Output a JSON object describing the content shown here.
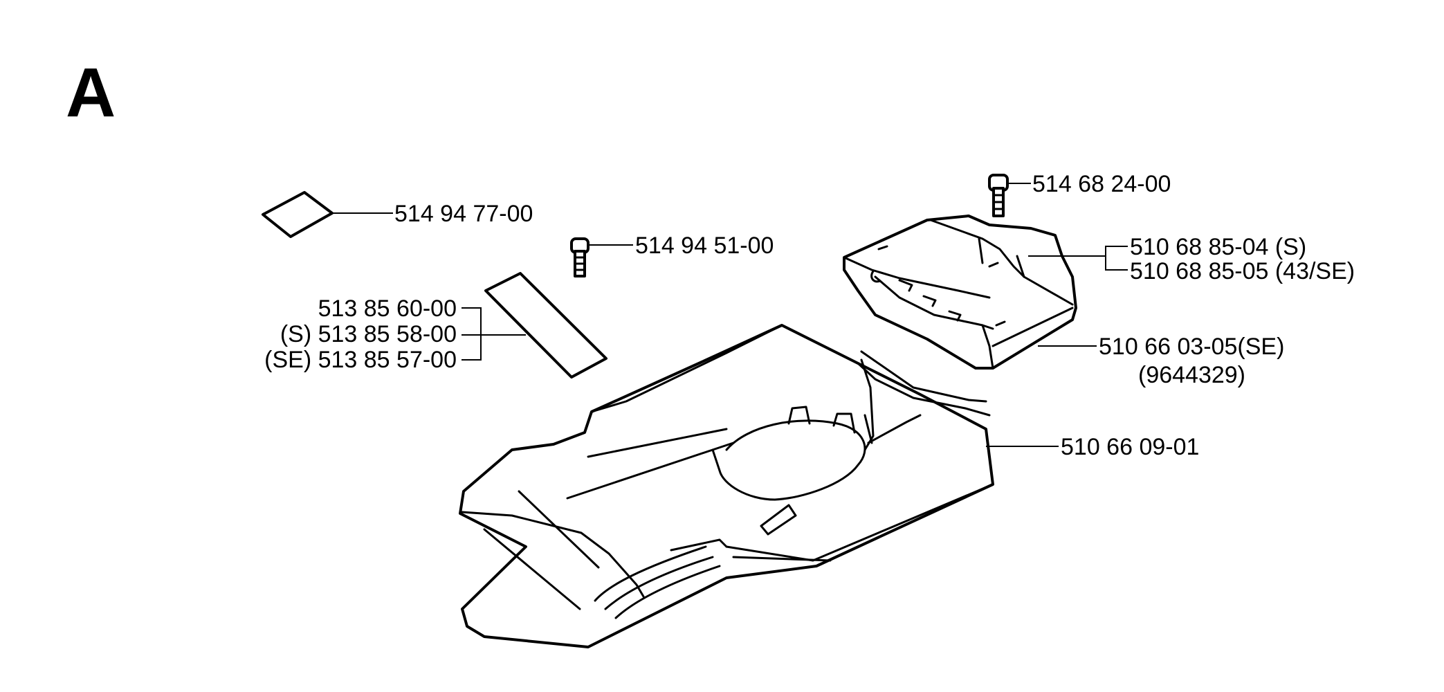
{
  "section_letter": "A",
  "parts": {
    "decal": "514 94 77-00",
    "screw_small": "514 94 51-00",
    "screw_top": "514 68 24-00",
    "plate_s": "510 68 85-04 (S)",
    "plate_43se": "510 68 85-05 (43/SE)",
    "cover_se": "510 66 03-05(SE)",
    "cover_se_alt": "(9644329)",
    "housing": "510 66 09-01",
    "label_a": "513 85 60-00",
    "label_s": "(S) 513 85 58-00",
    "label_se": "(SE) 513 85 57-00"
  }
}
